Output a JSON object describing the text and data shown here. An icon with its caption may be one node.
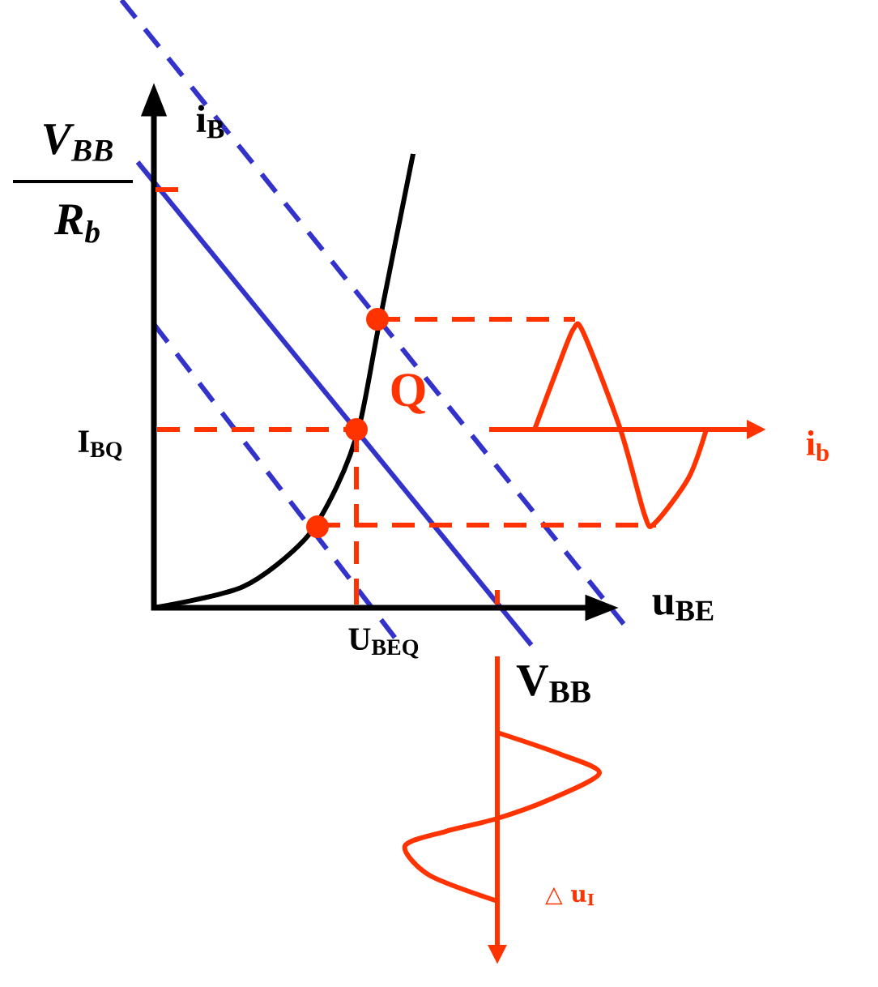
{
  "diagram": {
    "labels": [
      "i$_{B}$",
      "V$_{BB}$",
      "R$_{b}$",
      "Q",
      "I$_{BQ}$",
      "i$_{b}$",
      "u$_{BE}$",
      "U$_{BEQ}$",
      "V$_{BB}$",
      "△ u$_{I}$"
    ]
  }
}
